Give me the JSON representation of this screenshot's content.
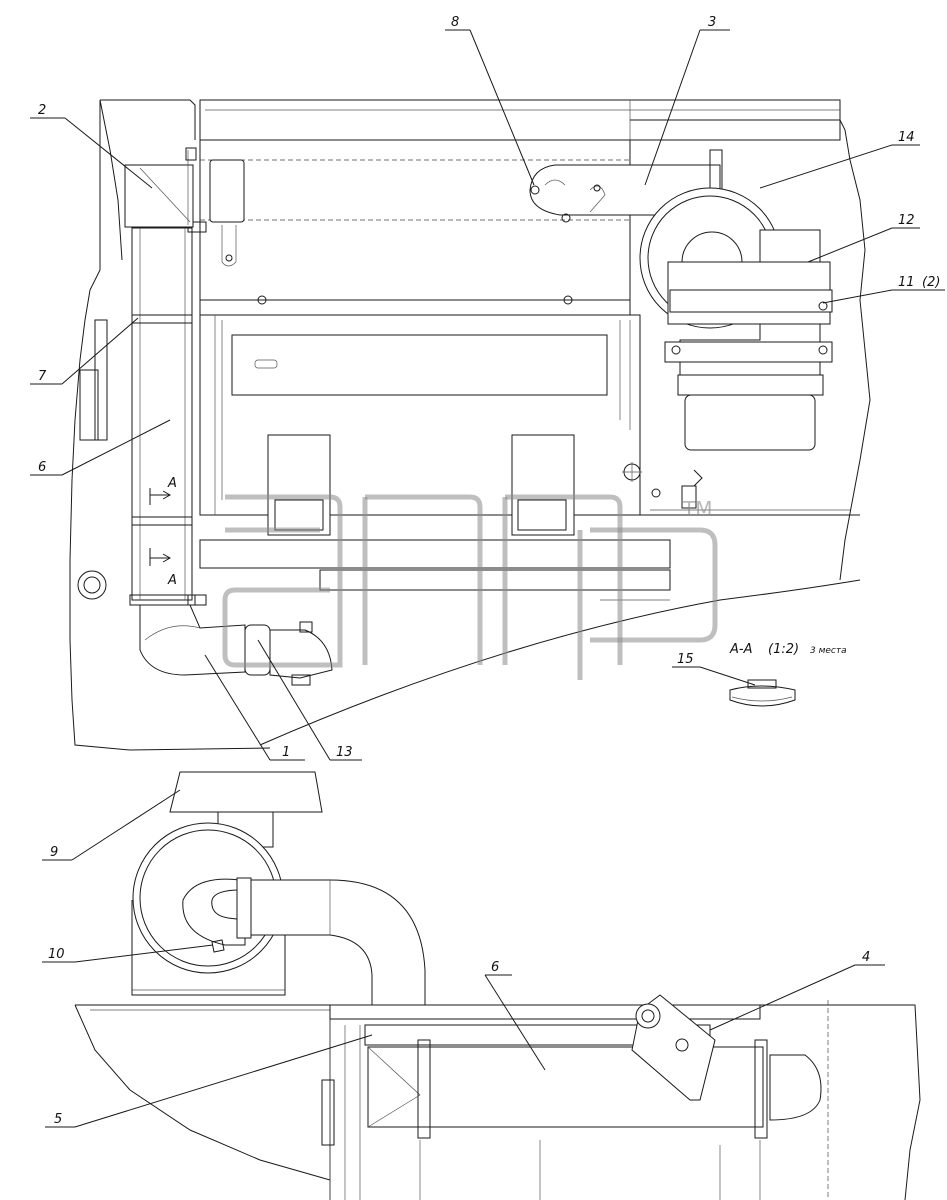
{
  "callouts": {
    "c1": "1",
    "c2": "2",
    "c3": "3",
    "c4": "4",
    "c5": "5",
    "c6_top": "6",
    "c6_bottom": "6",
    "c7": "7",
    "c8": "8",
    "c9": "9",
    "c10": "10",
    "c11": "11",
    "c11_qty": "(2)",
    "c12": "12",
    "c13": "13",
    "c14": "14",
    "c15": "15"
  },
  "section": {
    "marker_upper": "A",
    "marker_lower": "A",
    "title": "A-A",
    "scale": "(1:2)",
    "note": "3 места"
  },
  "watermark": {
    "mark": "TM"
  }
}
